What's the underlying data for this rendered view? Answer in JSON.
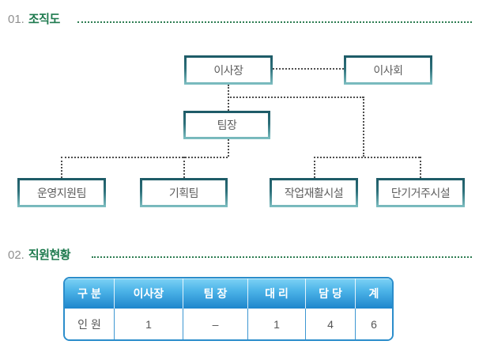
{
  "sections": {
    "org": {
      "number": "01.",
      "title": "조직도"
    },
    "staff": {
      "number": "02.",
      "title": "직원현황"
    }
  },
  "org_chart": {
    "nodes": {
      "chairman": "이사장",
      "board": "이사회",
      "team_leader": "팀장",
      "ops_support": "운영지원팀",
      "planning": "기획팀",
      "work_rehab": "작업재활시설",
      "short_stay": "단기거주시설"
    }
  },
  "staff_table": {
    "headers": [
      "구 분",
      "이사장",
      "팀 장",
      "대 리",
      "담 당",
      "계"
    ],
    "row_label": "인 원",
    "values": [
      "1",
      "–",
      "1",
      "4",
      "6"
    ]
  },
  "colors": {
    "section_title_green": "#1e7a4e",
    "section_number_gray": "#8f8f8f",
    "leader_dot_green": "#2e7d52",
    "org_box_border_top": "#1d5a66",
    "org_box_border_bottom": "#7fc0c3",
    "connector_gray": "#4f4f4f",
    "table_border_blue": "#2b8dcb",
    "table_header_gradient_top": "#7dd2f5",
    "table_header_gradient_bottom": "#1e86cc"
  }
}
